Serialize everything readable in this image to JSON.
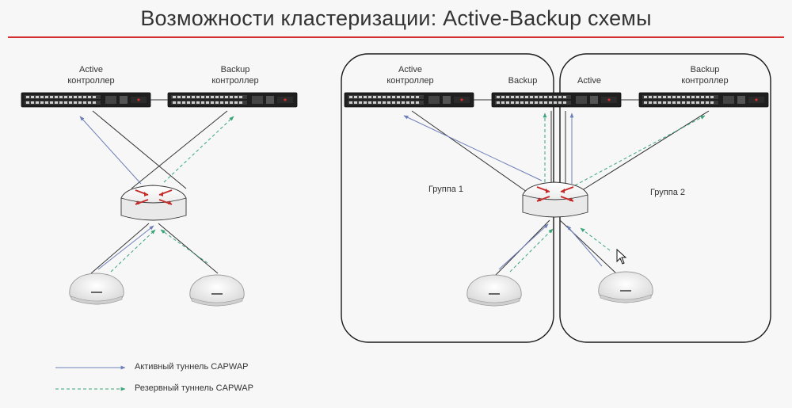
{
  "slide": {
    "title": "Возможности кластеризации: Active-Backup схемы"
  },
  "left_scheme": {
    "active_label_1": "Active",
    "active_label_2": "контроллер",
    "backup_label_1": "Backup",
    "backup_label_2": "контроллер"
  },
  "right_scheme": {
    "active_label_1": "Active",
    "active_label_2": "контроллер",
    "backup_mid_label": "Backup",
    "active_mid_label": "Active",
    "backup_label_1": "Backup",
    "backup_label_2": "контроллер",
    "group1_label": "Группа 1",
    "group2_label": "Группа 2"
  },
  "legend": {
    "active_tunnel": "Активный туннель CAPWAP",
    "backup_tunnel": "Резервный туннель CAPWAP"
  },
  "colors": {
    "active_tunnel": "#6e7fb8",
    "backup_tunnel": "#3aa57a",
    "accent_red": "#d32f2f",
    "device_dark": "#1f1f1f"
  },
  "icons": [
    "switch-device-icon",
    "router-icon",
    "access-point-icon",
    "mouse-cursor-icon"
  ]
}
